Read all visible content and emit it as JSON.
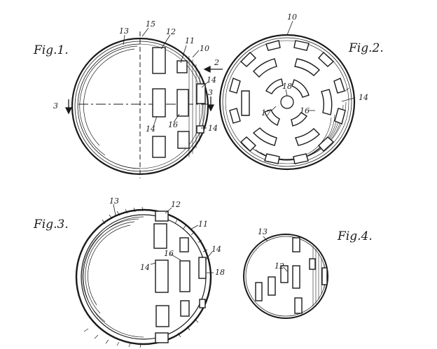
{
  "figures": {
    "fig1": {
      "title": "Fig.1.",
      "labels": {
        "n13": "13",
        "n15": "15",
        "n12": "12",
        "n11": "11",
        "n10": "10",
        "n2": "2",
        "n14a": "14",
        "n14b": "14",
        "n14c": "14",
        "n16": "16",
        "n3a": "3",
        "n3b": "3"
      }
    },
    "fig2": {
      "title": "Fig.2.",
      "labels": {
        "n10": "10",
        "n14": "14",
        "n18": "18",
        "n17": "17",
        "n16": "16"
      }
    },
    "fig3": {
      "title": "Fig.3.",
      "labels": {
        "n13": "13",
        "n12": "12",
        "n11": "11",
        "n16": "16",
        "n14a": "14",
        "n14b": "14",
        "n18": "18"
      }
    },
    "fig4": {
      "title": "Fig.4.",
      "labels": {
        "n13": "13",
        "n12": "12"
      }
    }
  }
}
